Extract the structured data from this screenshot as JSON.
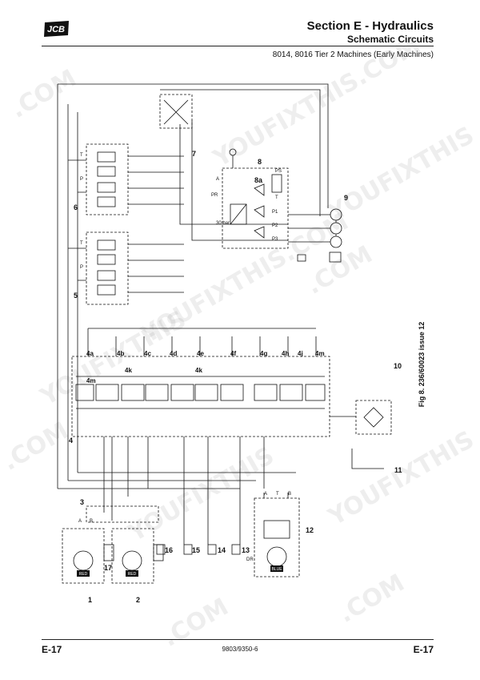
{
  "header": {
    "section_title": "Section E - Hydraulics",
    "sub_title": "Schematic Circuits",
    "machines": "8014, 8016 Tier 2 Machines (Early Machines)",
    "brand": "JCB"
  },
  "footer": {
    "page_left": "E-17",
    "page_right": "E-17",
    "doc_number": "9803/9350-6"
  },
  "figure": {
    "caption": "Fig 8. 236/60023 issue 12"
  },
  "components": {
    "c1": "1",
    "c2": "2",
    "c3": "3",
    "c4": "4",
    "c5": "5",
    "c6": "6",
    "c7": "7",
    "c8": "8",
    "c8a": "8a",
    "c9": "9",
    "c10": "10",
    "c11": "11",
    "c12": "12",
    "c13": "13",
    "c14": "14",
    "c15": "15",
    "c16": "16",
    "c17": "17"
  },
  "valve_sections": {
    "v4a": "4a",
    "v4b": "4b",
    "v4c": "4c",
    "v4d": "4d",
    "v4e": "4e",
    "v4f": "4f",
    "v4g": "4g",
    "v4h": "4h",
    "v4j": "4j",
    "v4m_top": "4m",
    "v4m": "4m",
    "v4k_1": "4k",
    "v4k_2": "4k"
  },
  "ports": {
    "a": "A",
    "b": "B",
    "t": "T",
    "p": "P",
    "pr": "PR",
    "dr": "DR",
    "p1": "P1",
    "p2": "P2",
    "p3": "P3",
    "ps": "PS",
    "bar30": "30 bar"
  },
  "motor_labels": {
    "red1": "RED",
    "red2": "RED",
    "blue": "BLUE"
  },
  "watermark": {
    "text_com": ".COM",
    "text_youfix": "YOUFIXTHIS",
    "text_full": "YOUFIXTHIS.COM"
  }
}
